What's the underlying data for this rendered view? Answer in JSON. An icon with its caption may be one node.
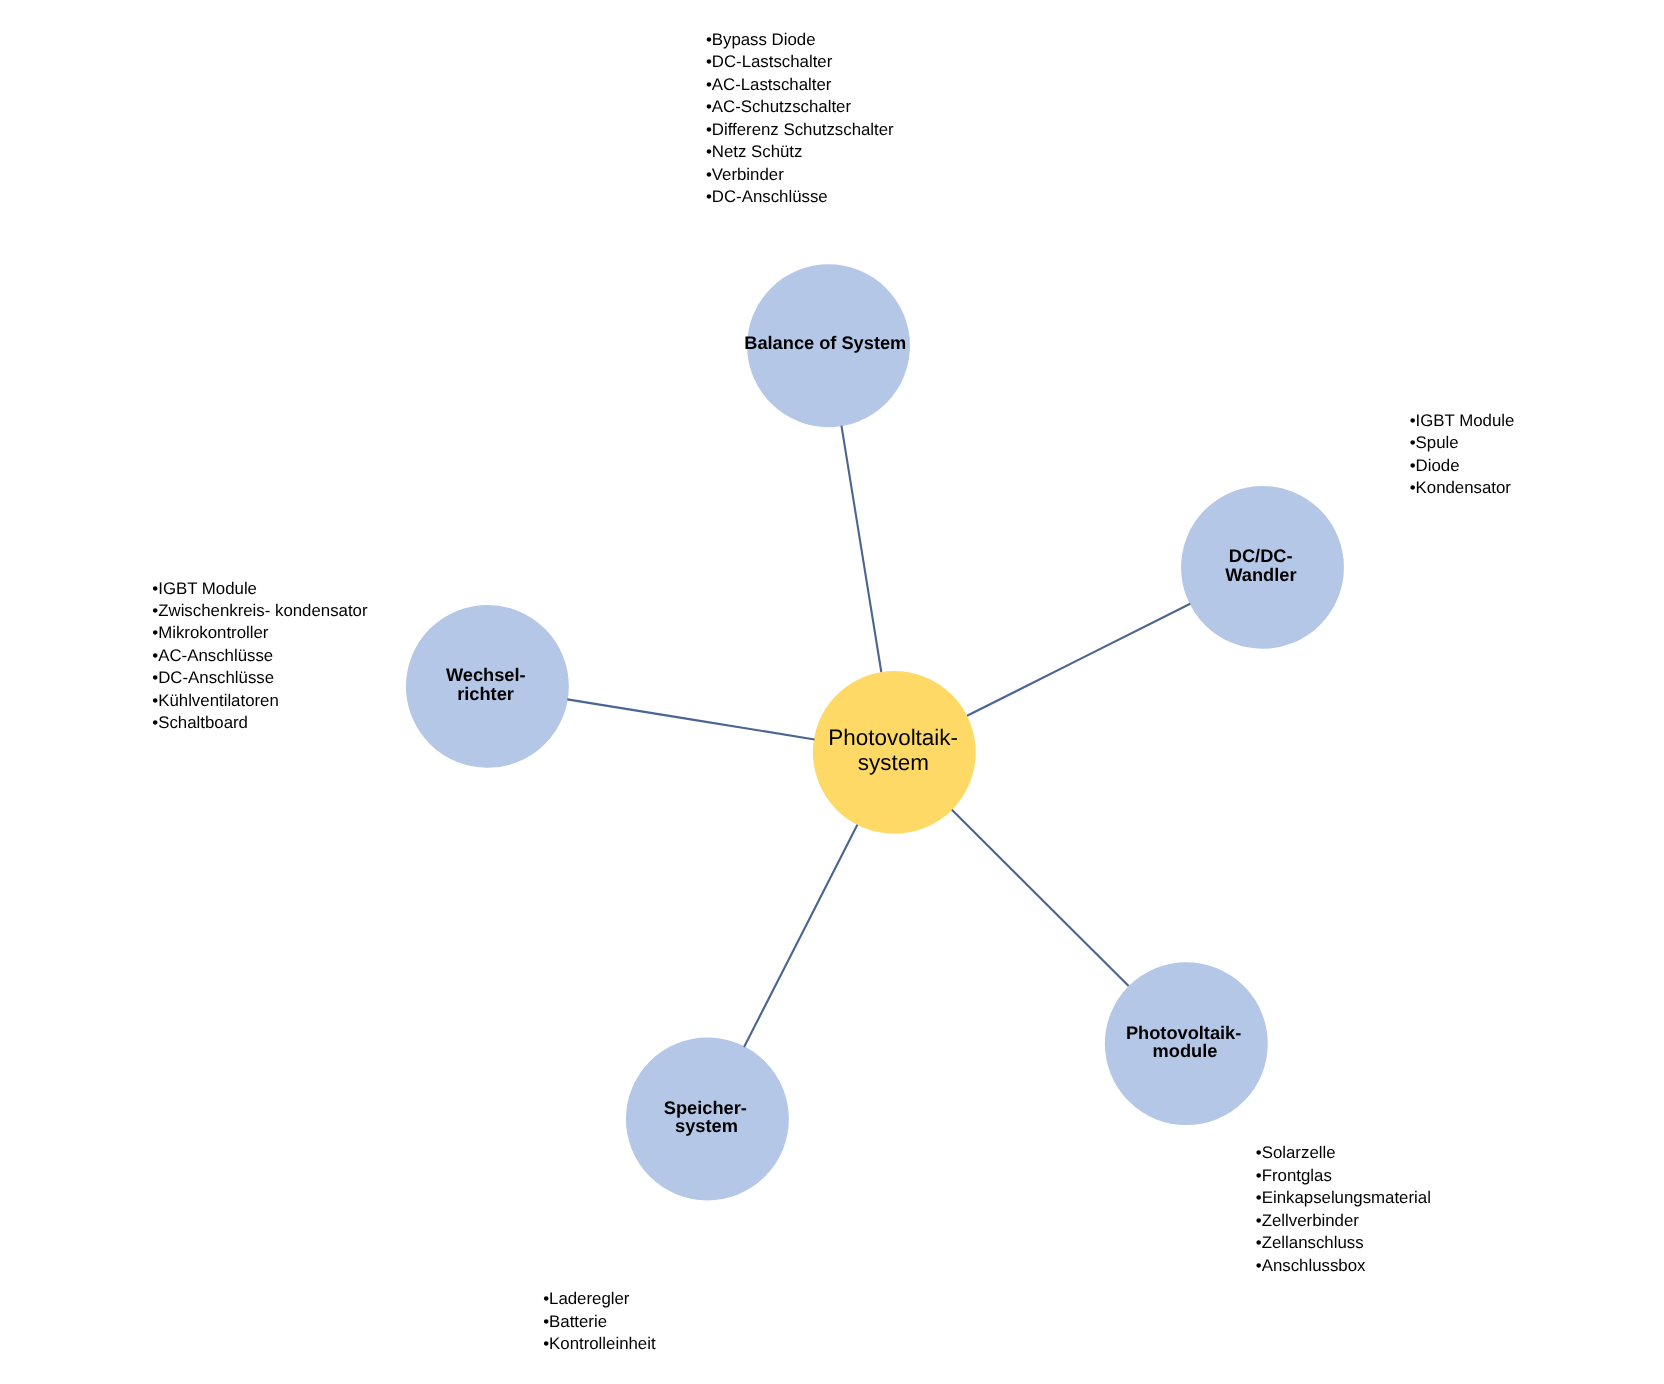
{
  "diagram": {
    "nodes": [
      {
        "text": [
          "Photovoltaik- system"
        ]
      },
      {
        "text": [
          "Photovoltaik- module"
        ],
        "beside": [
          "•Solarzelle",
          "•Frontglas",
          "•Einkapselungsmaterial",
          "•Zellverbinder",
          "•Zellanschluss",
          "•Anschlussbox"
        ]
      },
      {
        "text": [
          "Balance of System"
        ],
        "beside": [
          "•Bypass Diode",
          "•DC-Lastschalter",
          "•AC-Lastschalter",
          "•AC-Schutzschalter",
          "•Differenz Schutzschalter",
          "•Netz Schütz",
          "•Verbinder",
          "•DC-Anschlüsse"
        ]
      },
      {
        "text": [
          "Wechsel- richter"
        ],
        "beside": [
          "•IGBT Module",
          "•Zwischenkreis- kondensator",
          "•Mikrokontroller",
          "•AC-Anschlüsse",
          "•DC-Anschlüsse",
          "•Kühlventilatoren",
          "•Schaltboard"
        ]
      },
      {
        "text": [
          "DC/DC- Wandler"
        ],
        "beside": [
          "•IGBT Module",
          "•Spule",
          "•Diode",
          "•Kondensator"
        ]
      },
      {
        "text": [
          "Speicher- system"
        ],
        "beside": [
          "•Laderegler",
          "•Batterie",
          "•Kontrolleinheit"
        ]
      }
    ],
    "edges": [
      {
        "from": 1,
        "to": 0,
        "arrow": "none"
      },
      {
        "from": 2,
        "to": 0,
        "arrow": "none"
      },
      {
        "from": 3,
        "to": 0,
        "arrow": "none"
      },
      {
        "from": 4,
        "to": 0,
        "arrow": "none"
      },
      {
        "from": 5,
        "to": 0,
        "arrow": "none"
      }
    ]
  }
}
